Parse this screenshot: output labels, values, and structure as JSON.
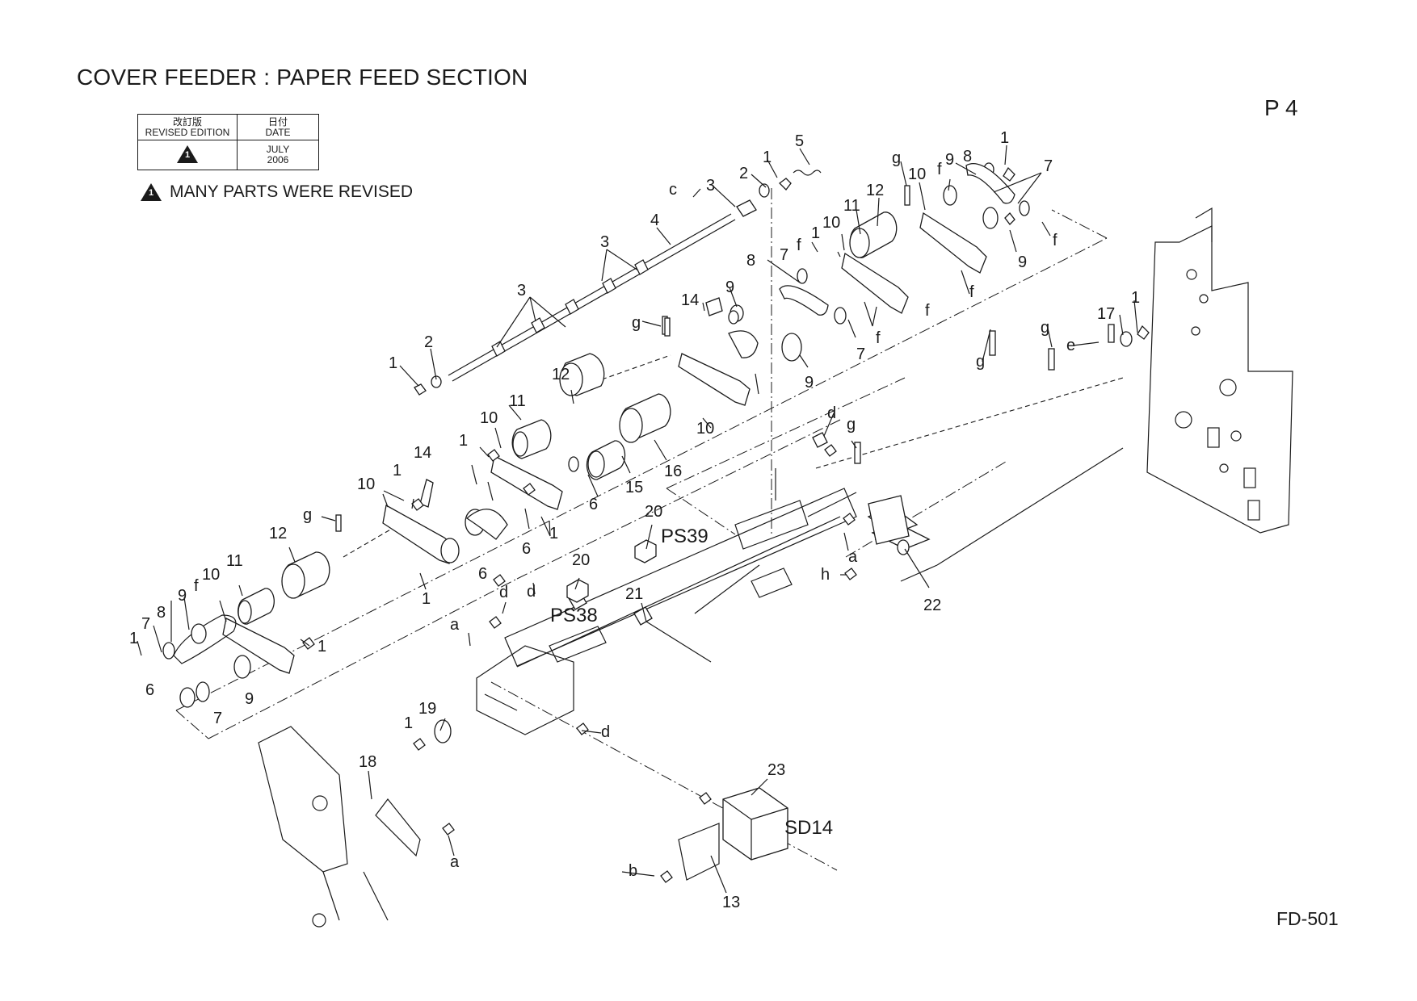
{
  "header": {
    "title": "COVER FEEDER : PAPER FEED SECTION",
    "page": "P 4",
    "model": "FD-501"
  },
  "revision_table": {
    "edition_header_jp": "改訂版",
    "edition_header": "REVISED EDITION",
    "date_header_jp": "日付",
    "date_header": "DATE",
    "edition_mark": "1",
    "date_month": "JULY",
    "date_year": "2006"
  },
  "note": {
    "mark": "1",
    "text": "MANY PARTS WERE REVISED"
  },
  "callouts": [
    "5",
    "1",
    "2",
    "c",
    "3",
    "4",
    "3",
    "3",
    "2",
    "1",
    "g",
    "10",
    "f",
    "9",
    "8",
    "1",
    "7",
    "f",
    "9",
    "f",
    "12",
    "11",
    "10",
    "f",
    "1",
    "7",
    "f",
    "f",
    "8",
    "7",
    "9",
    "14",
    "9",
    "g",
    "12",
    "11",
    "10",
    "10",
    "16",
    "15",
    "6",
    "14",
    "1",
    "1",
    "6",
    "1",
    "10",
    "6",
    "1",
    "g",
    "12",
    "11",
    "10",
    "9",
    "f",
    "7",
    "8",
    "1",
    "1",
    "6",
    "9",
    "7",
    "17",
    "1",
    "g",
    "e",
    "g",
    "g",
    "d",
    "a",
    "h",
    "22",
    "20",
    "20",
    "21",
    "d",
    "d",
    "a",
    "1",
    "19",
    "d",
    "18",
    "a",
    "23",
    "b",
    "13"
  ],
  "sensor_labels": [
    "PS39",
    "PS38",
    "SD14"
  ]
}
